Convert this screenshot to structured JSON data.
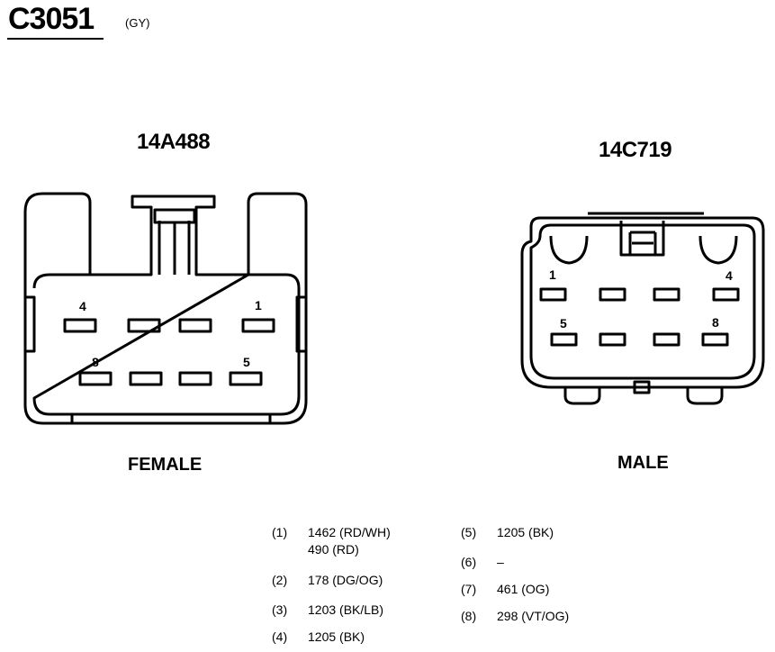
{
  "connector": {
    "id": "C3051",
    "color": "(GY)"
  },
  "female": {
    "part_number": "14A488",
    "label": "FEMALE",
    "pin_labels": {
      "p4": "4",
      "p1": "1",
      "p8": "8",
      "p5": "5"
    }
  },
  "male": {
    "part_number": "14C719",
    "label": "MALE",
    "pin_labels": {
      "p1": "1",
      "p4": "4",
      "p5": "5",
      "p8": "8"
    }
  },
  "legend": {
    "left_column": [
      {
        "num": "(1)",
        "lines": [
          "1462 (RD/WH)",
          "490 (RD)"
        ]
      },
      {
        "num": "(2)",
        "lines": [
          "178 (DG/OG)"
        ]
      },
      {
        "num": "(3)",
        "lines": [
          "1203 (BK/LB)"
        ]
      },
      {
        "num": "(4)",
        "lines": [
          "1205 (BK)"
        ]
      }
    ],
    "right_column": [
      {
        "num": "(5)",
        "lines": [
          "1205 (BK)"
        ]
      },
      {
        "num": "(6)",
        "lines": [
          "–"
        ]
      },
      {
        "num": "(7)",
        "lines": [
          "461 (OG)"
        ]
      },
      {
        "num": "(8)",
        "lines": [
          "298 (VT/OG)"
        ]
      }
    ]
  }
}
